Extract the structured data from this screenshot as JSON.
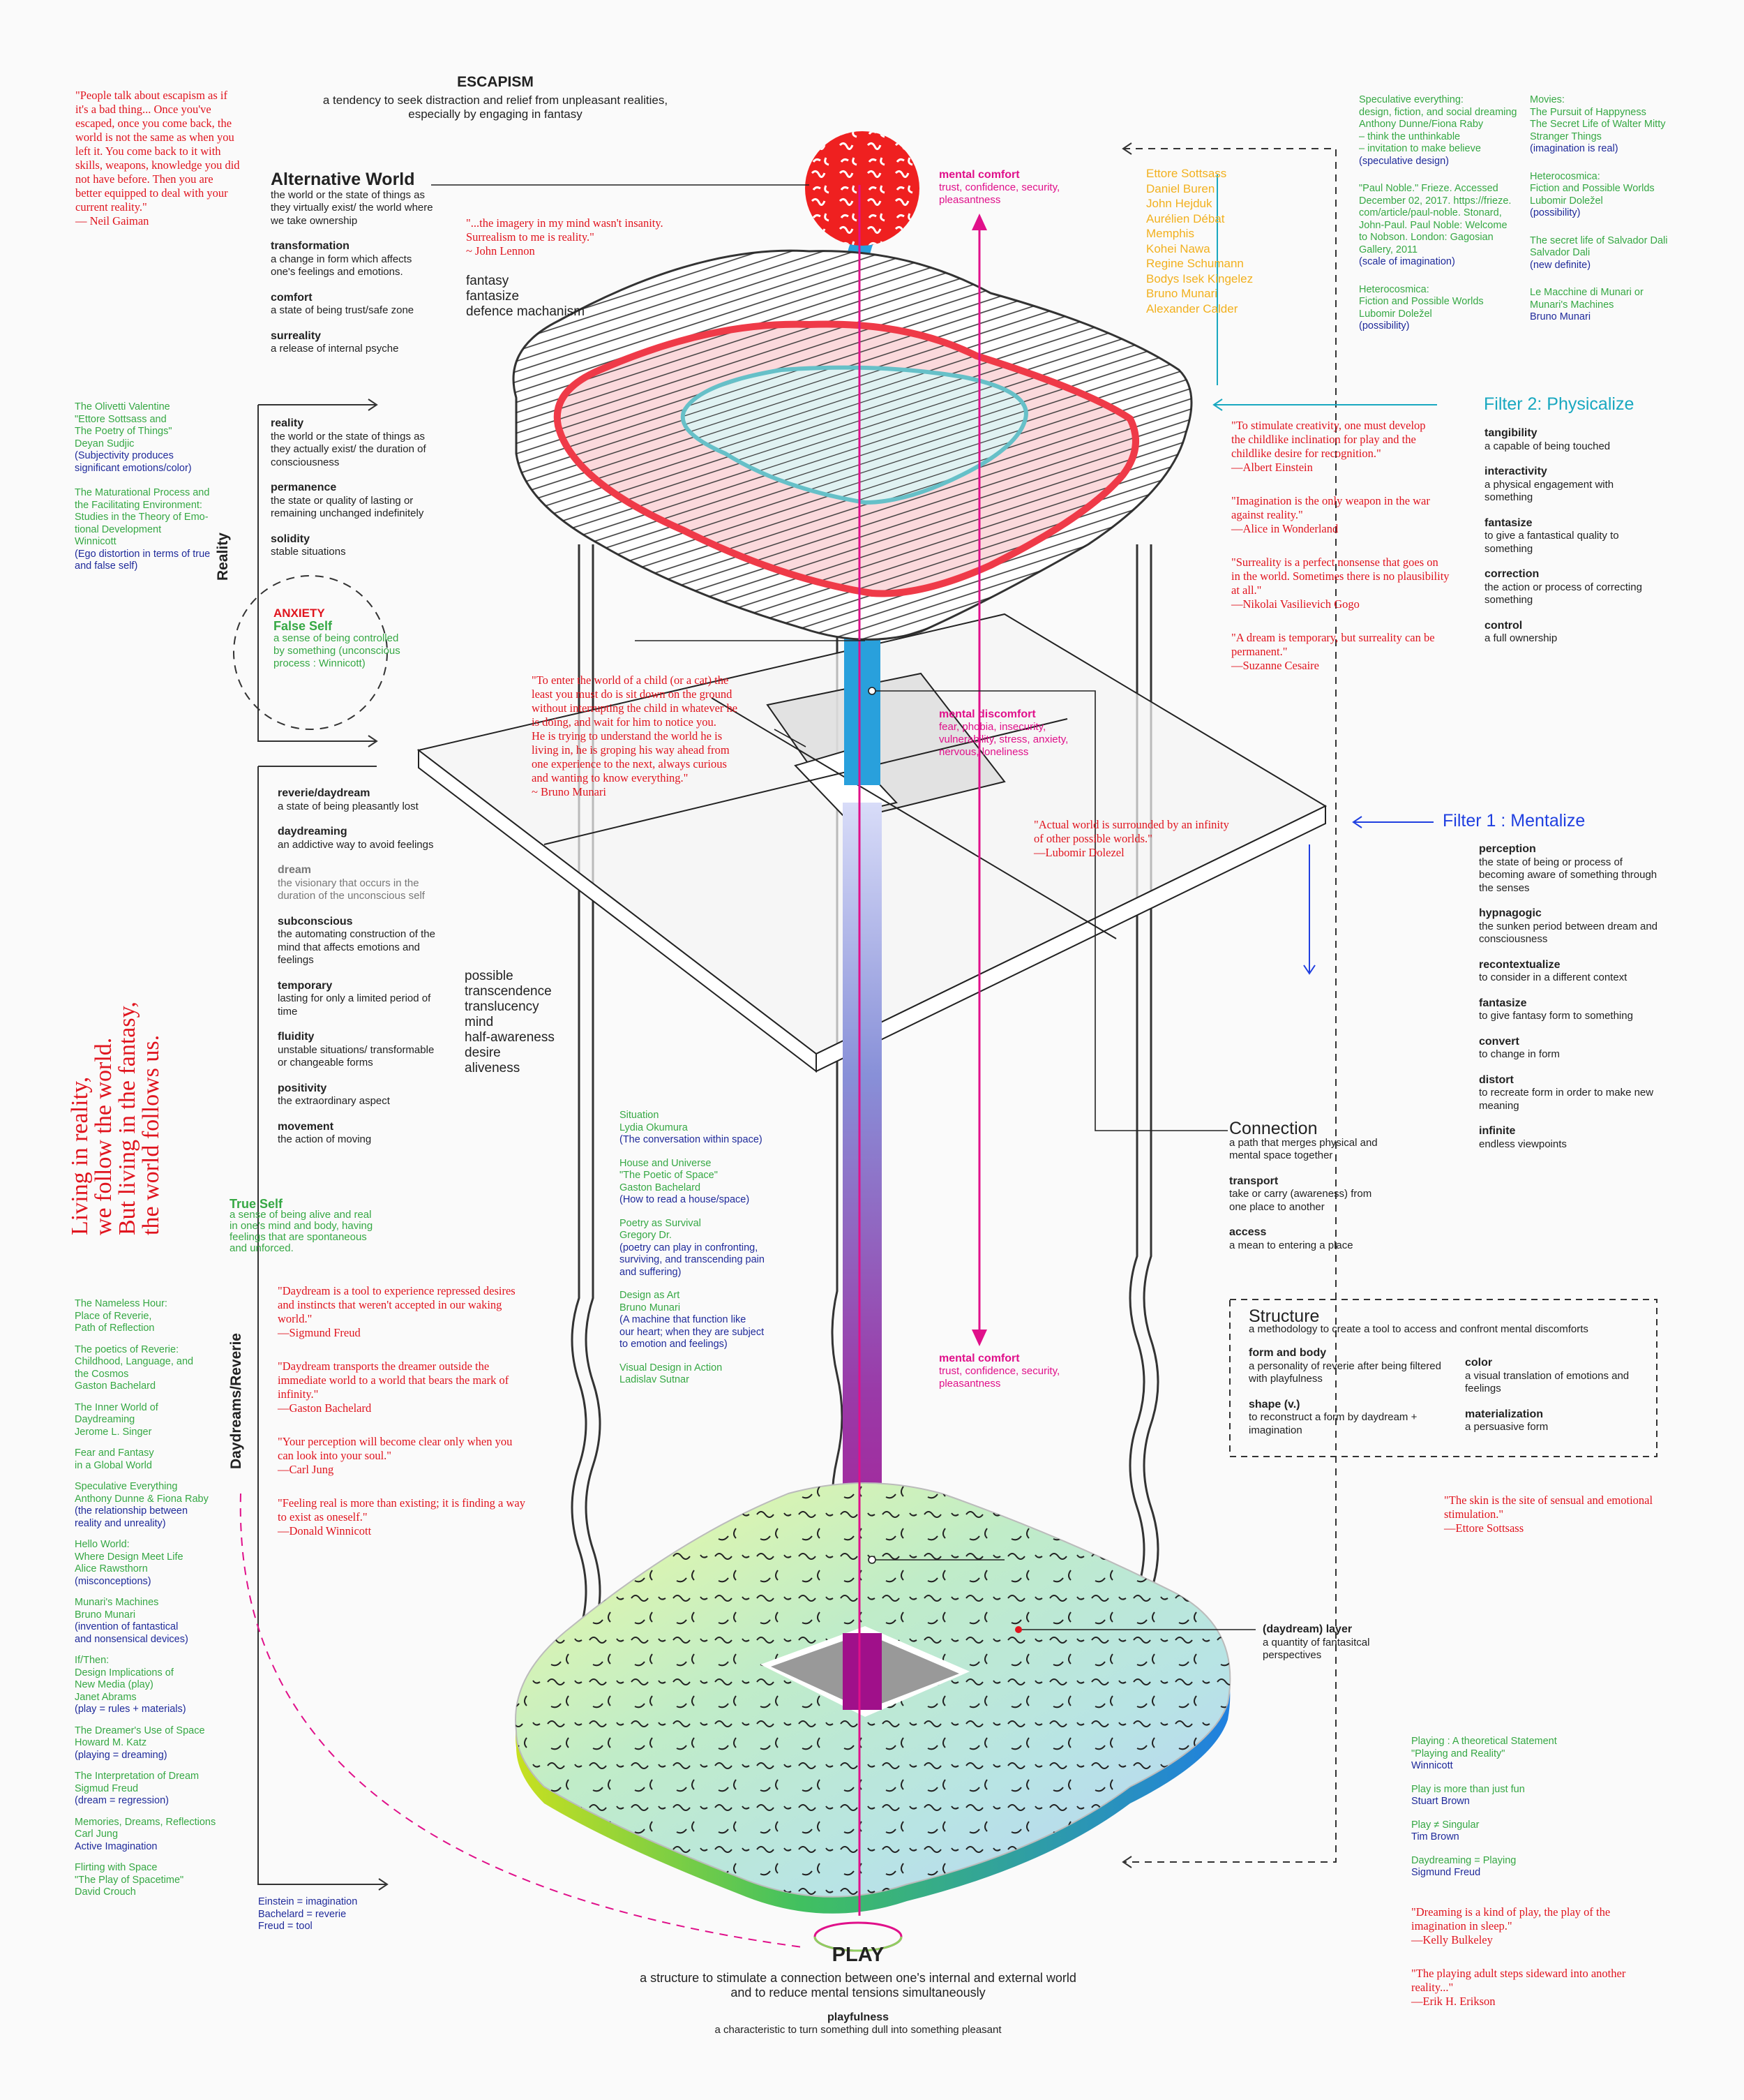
{
  "escapism": {
    "title": "ESCAPISM",
    "desc_1": "a tendency to seek distraction and relief from unpleasant realities,",
    "desc_2": "especially by engaging in fantasy"
  },
  "gaiman_quote": {
    "lines": [
      "\"People talk about escapism as if",
      "it's a bad thing... Once you've",
      "escaped, once you come back, the",
      "world is not the same as when you",
      "left it. You come back to it with",
      "skills, weapons, knowledge you did",
      "not have before. Then you are",
      "better equipped to deal with your",
      "current reality.\"",
      "— Neil Gaiman"
    ]
  },
  "alt_world": {
    "title": "Alternative World",
    "terms": [
      {
        "t": "",
        "d": "the world or the state of things as they virtually exist/ the world where we take ownership"
      },
      {
        "t": "transformation",
        "d": "a change in form which affects one's feelings and emotions."
      },
      {
        "t": "comfort",
        "d": "a state of being trust/safe zone"
      },
      {
        "t": "surreality",
        "d": "a release of internal psyche"
      }
    ]
  },
  "lennon_quote": {
    "lines": [
      "\"...the imagery in my mind wasn't insanity.",
      "Surrealism to me is reality.\"",
      "~ John Lennon"
    ]
  },
  "fantasy_list": [
    "fantasy",
    "fantasize",
    "defence machanism"
  ],
  "mental_comfort_top": {
    "title": "mental comfort",
    "lines": [
      "trust, confidence, security,",
      "pleasantness"
    ]
  },
  "mental_discomfort": {
    "title": "mental discomfort",
    "lines": [
      "fear, phobia, insecurity,",
      "vulnerability, stress, anxiety,",
      "nervous, loneliness"
    ]
  },
  "mental_comfort_bottom": {
    "title": "mental comfort",
    "lines": [
      "trust, confidence, security,",
      "pleasantness"
    ]
  },
  "designers": [
    "Ettore Sottsass",
    "Daniel Buren",
    "John Hejduk",
    "Aurélien Débat",
    "Memphis",
    "Kohei Nawa",
    "Regine Schumann",
    "Bodys Isek Kingelez",
    "Bruno Munari",
    "Alexander Calder"
  ],
  "refs_top_left": [
    [
      {
        "c": "green",
        "s": "Speculative everything:"
      },
      {
        "c": "green",
        "s": "design, fiction, and social dreaming"
      },
      {
        "c": "green",
        "s": "Anthony Dunne/Fiona Raby"
      },
      {
        "c": "green",
        "s": "– think the unthinkable"
      },
      {
        "c": "green",
        "s": "– invitation to make believe"
      },
      {
        "c": "navy",
        "s": "(speculative design)"
      }
    ],
    [
      {
        "c": "green",
        "s": "\"Paul Noble.\" Frieze. Accessed"
      },
      {
        "c": "green",
        "s": "December 02, 2017. https://frieze."
      },
      {
        "c": "green",
        "s": "com/article/paul-noble. Stonard,"
      },
      {
        "c": "green",
        "s": "John-Paul. Paul Noble: Welcome"
      },
      {
        "c": "green",
        "s": "to Nobson. London: Gagosian"
      },
      {
        "c": "green",
        "s": "Gallery, 2011"
      },
      {
        "c": "navy",
        "s": "(scale of imagination)"
      }
    ],
    [
      {
        "c": "green",
        "s": "Heterocosmica:"
      },
      {
        "c": "green",
        "s": "Fiction and Possible Worlds"
      },
      {
        "c": "green",
        "s": "Lubomir Doležel"
      },
      {
        "c": "navy",
        "s": "(possibility)"
      }
    ]
  ],
  "refs_top_right": [
    [
      {
        "c": "green",
        "s": "Movies:"
      },
      {
        "c": "green",
        "s": "The Pursuit of Happyness"
      },
      {
        "c": "green",
        "s": "The Secret Life of Walter Mitty"
      },
      {
        "c": "green",
        "s": "Stranger Things"
      },
      {
        "c": "navy",
        "s": "(imagination is real)"
      }
    ],
    [
      {
        "c": "green",
        "s": "Heterocosmica:"
      },
      {
        "c": "green",
        "s": "Fiction and Possible Worlds"
      },
      {
        "c": "green",
        "s": "Lubomir Doležel"
      },
      {
        "c": "navy",
        "s": "(possibility)"
      }
    ],
    [
      {
        "c": "green",
        "s": "The secret life of Salvador Dali"
      },
      {
        "c": "green",
        "s": "Salvador Dali"
      },
      {
        "c": "navy",
        "s": "(new definite)"
      }
    ],
    [
      {
        "c": "green",
        "s": "Le Macchine di Munari or"
      },
      {
        "c": "green",
        "s": "Munari's Machines"
      },
      {
        "c": "navy",
        "s": "Bruno Munari"
      }
    ]
  ],
  "filter2": {
    "title": "Filter 2: Physicalize",
    "terms": [
      {
        "t": "tangibility",
        "d": "a capable of being touched"
      },
      {
        "t": "interactivity",
        "d": "a physical engagement with something"
      },
      {
        "t": "fantasize",
        "d": "to give a fantastical quality to something"
      },
      {
        "t": "correction",
        "d": "the action or process of correcting something"
      },
      {
        "t": "control",
        "d": "a full ownership"
      }
    ]
  },
  "quotes_mid_right": [
    [
      "\"To stimulate creativity, one must develop",
      "the childlike inclination for play and the",
      "childlike desire for recognition.\"",
      "—Albert Einstein"
    ],
    [
      "\"Imagination is the only weapon in the war",
      "against reality.\"",
      "—Alice in Wonderland"
    ],
    [
      "\"Surreality is a perfect nonsense that goes on",
      "in the world. Sometimes there is no plausibility",
      "at all.\"",
      "—Nikolai Vasilievich Gogo"
    ],
    [
      "\"A dream is temporary, but surreality can be",
      "permanent.\"",
      "—Suzanne Cesaire"
    ]
  ],
  "refs_left_1": [
    [
      {
        "c": "green",
        "s": "The Olivetti Valentine"
      },
      {
        "c": "green",
        "s": "\"Ettore Sottsass and"
      },
      {
        "c": "green",
        "s": "The Poetry of Things\""
      },
      {
        "c": "green",
        "s": "Deyan Sudjic"
      },
      {
        "c": "navy",
        "s": "(Subjectivity produces"
      },
      {
        "c": "navy",
        "s": "significant emotions/color)"
      }
    ],
    [
      {
        "c": "green",
        "s": "The Maturational Process and"
      },
      {
        "c": "green",
        "s": "the Facilitating Environment:"
      },
      {
        "c": "green",
        "s": "Studies in the Theory of Emo-"
      },
      {
        "c": "green",
        "s": "tional Development"
      },
      {
        "c": "green",
        "s": "Winnicott"
      },
      {
        "c": "navy",
        "s": "(Ego distortion in terms of true"
      },
      {
        "c": "navy",
        "s": "and false self)"
      }
    ]
  ],
  "reality": {
    "label": "Reality",
    "terms": [
      {
        "t": "reality",
        "d": "the world or the state of things as they actually exist/ the duration of consciousness"
      },
      {
        "t": "permanence",
        "d": "the state or quality of lasting or remaining unchanged indefinitely"
      },
      {
        "t": "solidity",
        "d": "stable situations"
      }
    ]
  },
  "anxiety": {
    "title": "ANXIETY",
    "false_self": "False Self",
    "false_self_desc": [
      "a sense of being controlled",
      "by something (unconscious",
      "process : Winnicott)"
    ]
  },
  "munari_quote": {
    "lines": [
      "\"To enter the world of a child (or a cat) the",
      "least you must do is sit down on the ground",
      "without interrupting the child in whatever he",
      "is doing, and wait for him to notice you.",
      "He is trying to understand the world he is",
      "living in, he is groping his way ahead from",
      "one experience to the next, always curious",
      "and wanting to know everything.\"",
      "~ Bruno Munari"
    ]
  },
  "dolezel_quote": {
    "lines": [
      "\"Actual world is surrounded by an infinity",
      "of other possible worlds.\"",
      "—Lubomir Dolezel"
    ]
  },
  "filter1": {
    "title": "Filter 1 : Mentalize",
    "terms": [
      {
        "t": "perception",
        "d": "the state of being or process of becoming aware of something through the senses"
      },
      {
        "t": "hypnagogic",
        "d": "the sunken period between dream and consciousness"
      },
      {
        "t": "recontextualize",
        "d": "to consider in a different context"
      },
      {
        "t": "fantasize",
        "d": "to give fantasy form to something"
      },
      {
        "t": "convert",
        "d": "to change in form"
      },
      {
        "t": "distort",
        "d": "to recreate form in order to make new meaning"
      },
      {
        "t": "infinite",
        "d": "endless viewpoints"
      }
    ]
  },
  "reverie_terms": [
    {
      "t": "reverie/daydream",
      "d": "a state of being pleasantly lost",
      "g": false
    },
    {
      "t": "daydreaming",
      "d": "an addictive way to avoid feelings",
      "g": false
    },
    {
      "t": "dream",
      "d": "the visionary that occurs in the duration of the unconscious self",
      "g": true
    },
    {
      "t": "subconscious",
      "d": "the automating construction of the mind that affects emotions and feelings",
      "g": false
    },
    {
      "t": "temporary",
      "d": "lasting for only a limited period of time",
      "g": false
    },
    {
      "t": "fluidity",
      "d": "unstable situations/ transformable or changeable forms",
      "g": false
    },
    {
      "t": "positivity",
      "d": "the extraordinary aspect",
      "g": false
    },
    {
      "t": "movement",
      "d": "the action of moving",
      "g": false
    }
  ],
  "possible_list": [
    "possible",
    "transcendence",
    "translucency",
    "mind",
    "half-awareness",
    "desire",
    "aliveness"
  ],
  "living_quote": [
    "Living in reality,",
    "we follow the world.",
    "But living in the fantasy,",
    "the world follows us."
  ],
  "true_self": {
    "title": "True Self",
    "lines": [
      "a sense of being alive and real",
      "in one's mind and body, having",
      "feelings that are spontaneous",
      "and unforced."
    ]
  },
  "refs_mid": [
    [
      {
        "c": "green",
        "s": "Situation"
      },
      {
        "c": "green",
        "s": "Lydia Okumura"
      },
      {
        "c": "navy",
        "s": "(The conversation within space)"
      }
    ],
    [
      {
        "c": "green",
        "s": "House and Universe"
      },
      {
        "c": "green",
        "s": "\"The Poetic of Space\""
      },
      {
        "c": "green",
        "s": "Gaston Bachelard"
      },
      {
        "c": "navy",
        "s": "(How to read a house/space)"
      }
    ],
    [
      {
        "c": "green",
        "s": "Poetry as Survival"
      },
      {
        "c": "green",
        "s": "Gregory Dr."
      },
      {
        "c": "navy",
        "s": "(poetry can play in confronting,"
      },
      {
        "c": "navy",
        "s": "surviving, and transcending pain"
      },
      {
        "c": "navy",
        "s": "and suffering)"
      }
    ],
    [
      {
        "c": "green",
        "s": "Design as Art"
      },
      {
        "c": "green",
        "s": "Bruno Munari"
      },
      {
        "c": "navy",
        "s": "(A machine that function like"
      },
      {
        "c": "navy",
        "s": "our heart; when they are subject"
      },
      {
        "c": "navy",
        "s": "to emotion and feelings)"
      }
    ],
    [
      {
        "c": "green",
        "s": "Visual Design in Action"
      },
      {
        "c": "green",
        "s": "Ladislav Sutnar"
      }
    ]
  ],
  "connection": {
    "title": "Connection",
    "terms": [
      {
        "t": "",
        "d": "a path that merges physical and mental space together"
      },
      {
        "t": "transport",
        "d": "take or carry (awareness) from one place to another"
      },
      {
        "t": "access",
        "d": "a mean to entering a place"
      }
    ]
  },
  "structure": {
    "title": "Structure",
    "desc": "a methodology to create a tool to access and confront mental discomforts",
    "left": [
      {
        "t": "form and body",
        "d": "a personality of reverie after being filtered with playfulness"
      },
      {
        "t": "shape (v.)",
        "d": "to reconstruct a form by daydream + imagination"
      }
    ],
    "right": [
      {
        "t": "color",
        "d": "a visual translation of emotions and feelings"
      },
      {
        "t": "materialization",
        "d": "a persuasive form"
      }
    ]
  },
  "daydreams_label": "Daydreams/Reverie",
  "quotes_left_bottom": [
    [
      "\"Daydream is a tool to experience repressed desires",
      "and instincts that weren't accepted in our waking",
      "world.\"",
      "—Sigmund Freud"
    ],
    [
      "\"Daydream transports the dreamer outside the",
      "immediate world to a world that bears the mark of",
      "infinity.\"",
      "—Gaston Bachelard"
    ],
    [
      "\"Your perception will become clear only when you",
      "can look into your soul.\"",
      "—Carl Jung"
    ],
    [
      "\"Feeling real is more than existing; it is finding a way",
      "to exist as oneself.\"",
      "—Donald Winnicott"
    ]
  ],
  "refs_left_2": [
    [
      {
        "c": "green",
        "s": "The Nameless Hour:"
      },
      {
        "c": "green",
        "s": "Place of Reverie,"
      },
      {
        "c": "green",
        "s": "Path of Reflection"
      }
    ],
    [
      {
        "c": "green",
        "s": "The poetics of Reverie:"
      },
      {
        "c": "green",
        "s": "Childhood, Language, and"
      },
      {
        "c": "green",
        "s": "the Cosmos"
      },
      {
        "c": "green",
        "s": "Gaston Bachelard"
      }
    ],
    [
      {
        "c": "green",
        "s": "The Inner World of"
      },
      {
        "c": "green",
        "s": "Daydreaming"
      },
      {
        "c": "green",
        "s": "Jerome L. Singer"
      }
    ],
    [
      {
        "c": "green",
        "s": "Fear and Fantasy"
      },
      {
        "c": "green",
        "s": "in a Global World"
      }
    ],
    [
      {
        "c": "green",
        "s": "Speculative Everything"
      },
      {
        "c": "green",
        "s": "Anthony Dunne & Fiona Raby"
      },
      {
        "c": "navy",
        "s": "(the relationship between"
      },
      {
        "c": "navy",
        "s": "reality and unreality)"
      }
    ],
    [
      {
        "c": "green",
        "s": "Hello World:"
      },
      {
        "c": "green",
        "s": "Where Design Meet Life"
      },
      {
        "c": "green",
        "s": "Alice Rawsthorn"
      },
      {
        "c": "navy",
        "s": "(misconceptions)"
      }
    ],
    [
      {
        "c": "green",
        "s": "Munari's Machines"
      },
      {
        "c": "green",
        "s": "Bruno Munari"
      },
      {
        "c": "navy",
        "s": "(invention of fantastical"
      },
      {
        "c": "navy",
        "s": "and nonsensical devices)"
      }
    ],
    [
      {
        "c": "green",
        "s": "If/Then:"
      },
      {
        "c": "green",
        "s": "Design Implications of"
      },
      {
        "c": "green",
        "s": "New Media (play)"
      },
      {
        "c": "green",
        "s": "Janet Abrams"
      },
      {
        "c": "navy",
        "s": "(play = rules + materials)"
      }
    ],
    [
      {
        "c": "green",
        "s": "The Dreamer's Use of Space"
      },
      {
        "c": "green",
        "s": "Howard M. Katz"
      },
      {
        "c": "navy",
        "s": "(playing = dreaming)"
      }
    ],
    [
      {
        "c": "green",
        "s": "The Interpretation of Dream"
      },
      {
        "c": "green",
        "s": "Sigmud Freud"
      },
      {
        "c": "navy",
        "s": "(dream = regression)"
      }
    ],
    [
      {
        "c": "green",
        "s": "Memories, Dreams, Reflections"
      },
      {
        "c": "green",
        "s": "Carl Jung"
      },
      {
        "c": "navy",
        "s": "Active Imagination"
      }
    ],
    [
      {
        "c": "green",
        "s": "Flirting with Space"
      },
      {
        "c": "green",
        "s": "\"The Play of Spacetime\""
      },
      {
        "c": "green",
        "s": "David Crouch"
      }
    ]
  ],
  "einstein_eq": [
    "Einstein = imagination",
    "Bachelard = reverie",
    "Freud = tool"
  ],
  "sottsass_quote": [
    "\"The skin is the site of sensual and emotional",
    "stimulation.\"",
    "—Ettore Sottsass"
  ],
  "daydream_layer": {
    "title": "(daydream) layer",
    "lines": [
      "a quantity of fantasitcal",
      "perspectives"
    ]
  },
  "refs_right_bottom": [
    [
      {
        "c": "green",
        "s": "Playing : A theoretical Statement"
      },
      {
        "c": "green",
        "s": "\"Playing and Reality\""
      },
      {
        "c": "navy",
        "s": "Winnicott"
      }
    ],
    [
      {
        "c": "green",
        "s": "Play is more than just fun"
      },
      {
        "c": "navy",
        "s": "Stuart Brown"
      }
    ],
    [
      {
        "c": "green",
        "s": "Play ≠ Singular"
      },
      {
        "c": "navy",
        "s": "Tim Brown"
      }
    ],
    [
      {
        "c": "green",
        "s": "Daydreaming = Playing"
      },
      {
        "c": "navy",
        "s": "Sigmund Freud"
      }
    ]
  ],
  "quotes_right_bottom": [
    [
      "\"Dreaming is a kind of play, the play of the",
      "imagination in sleep.\"",
      "—Kelly Bulkeley"
    ],
    [
      "\"The playing adult steps sideward into another",
      "reality...\"",
      "—Erik H. Erikson"
    ]
  ],
  "play": {
    "title": "PLAY",
    "desc_1": "a structure to stimulate a connection between one's internal and external world",
    "desc_2": "and to reduce mental tensions simultaneously",
    "sub_title": "playfulness",
    "sub_desc": "a characteristic to turn something dull into something pleasant"
  },
  "colors": {
    "red": "#e0141e",
    "green": "#36a844",
    "navy": "#1f2a9a",
    "yellow": "#f2b01e",
    "pink": "#e0108a",
    "cyan": "#19a8c0",
    "blue": "#1f3fe0"
  }
}
